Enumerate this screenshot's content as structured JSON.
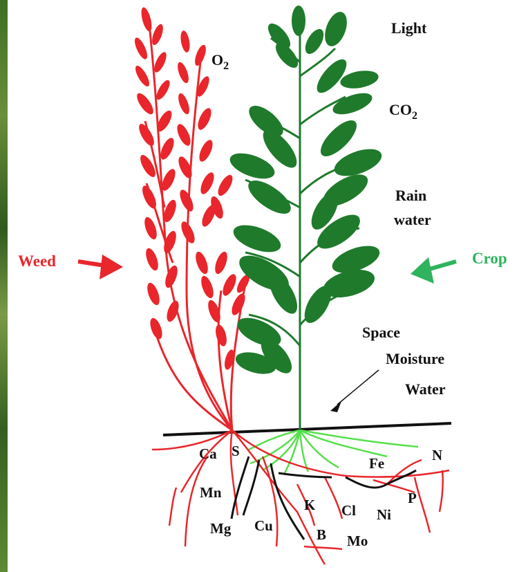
{
  "labels": {
    "weed": "Weed",
    "crop": "Crop",
    "light": "Light",
    "o2_main": "O",
    "o2_sub": "2",
    "co2_main": "CO",
    "co2_sub": "2",
    "rain_line1": "Rain",
    "rain_line2": "water",
    "space": "Space",
    "moisture": "Moisture",
    "water": "Water"
  },
  "nutrients": {
    "ca": "Ca",
    "s": "S",
    "mn": "Mn",
    "mg": "Mg",
    "cu": "Cu",
    "k": "K",
    "b": "B",
    "cl": "Cl",
    "ni": "Ni",
    "mo": "Mo",
    "fe": "Fe",
    "n": "N",
    "p": "P"
  },
  "colors": {
    "weed": "#e8262b",
    "crop": "#1f7a2c",
    "crop_root": "#55e04a",
    "crop_label": "#2fb35e",
    "soil_line": "#111111"
  }
}
